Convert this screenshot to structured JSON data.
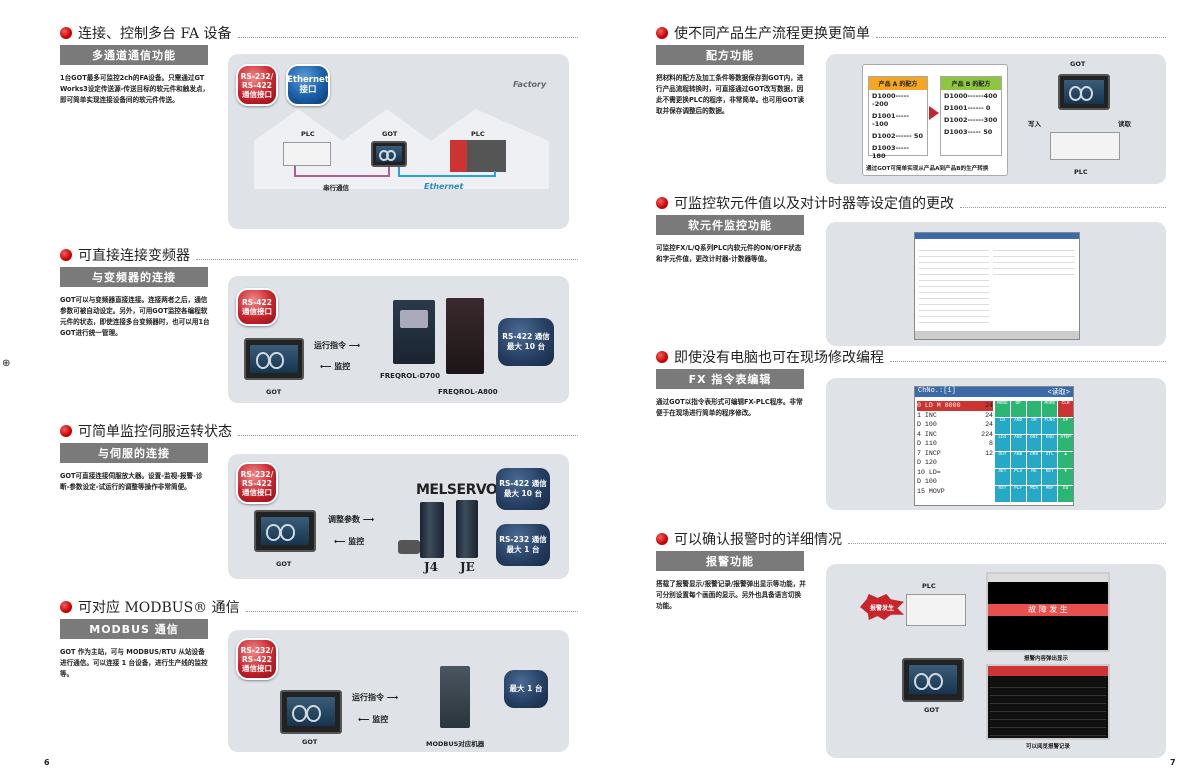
{
  "left": {
    "s1": {
      "title": "连接、控制多台 FA 设备",
      "sub": "多通道通信功能",
      "desc": "1台GOT最多可监控2ch的FA设备。只需通过GT Works3设定传送源-传送目标的软元件和触发点，即可简单实现连接设备间的软元件传送。",
      "badge1": "RS-232/\nRS-422\n通信接口",
      "badge2": "Ethernet\n接口",
      "factory": "Factory",
      "plc1": "PLC",
      "got": "GOT",
      "plc2": "PLC",
      "serial": "串行通信",
      "ethernet": "Ethernet"
    },
    "s2": {
      "title": "可直接连接变频器",
      "sub": "与变频器的连接",
      "desc": "GOT可以与变频器直接连接。连接两者之后，通信参数可被自动设定。另外，可用GOT监控各编程软元件的状态，即使连接多台变频器时，也可以用1台GOT进行统一管理。",
      "badge1": "RS-422\n通信接口",
      "badge2": "RS-422 通信\n最大 10 台",
      "cmd": "运行指令",
      "mon": "监控",
      "got": "GOT",
      "d700": "FREQROL-D700",
      "a800": "FREQROL-A800"
    },
    "s3": {
      "title": "可简单监控伺服运转状态",
      "sub": "与伺服的连接",
      "desc": "GOT可直接连接伺服放大器。设置-监视-报警-诊断-参数设定-试运行的调整等操作非常简便。",
      "badge1": "RS-232/\nRS-422\n通信接口",
      "badge2": "RS-422 通信\n最大 10 台",
      "badge3": "RS-232 通信\n最大 1 台",
      "brand": "MELSERVO",
      "param": "调整参数",
      "mon": "监控",
      "got": "GOT",
      "j4": "J4",
      "je": "JE"
    },
    "s4": {
      "title": "可对应 MODBUS® 通信",
      "sub": "MODBUS 通信",
      "desc": "GOT 作为主站，可与 MODBUS/RTU 从站设备进行通信。可以连接 1 台设备，进行生产线的监控等。",
      "badge1": "RS-232/\nRS-422\n通信接口",
      "badge2": "最大 1 台",
      "cmd": "运行指令",
      "mon": "监控",
      "got": "GOT",
      "dev": "MODBUS对应机器"
    },
    "page": "6"
  },
  "right": {
    "s1": {
      "title": "使不同产品生产流程更换更简单",
      "sub": "配方功能",
      "desc": "把材料的配方及加工条件等数据保存到GOT内，进行产品流程转换时，可直接通过GOT改写数据，因此不需更换PLC的程序，非常简单。也可用GOT读取并保存调整后的数据。",
      "tA": "产品 A 的配方",
      "tB": "产品 B 的配方",
      "rowsA": [
        "D1000------200",
        "D1001------100",
        "D1002------ 50",
        "D1003----- 180"
      ],
      "rowsB": [
        "D1000------400",
        "D1001------  0",
        "D1002------300",
        "D1003----- 50"
      ],
      "caption": "通过GOT可简单实现从产品A到产品B的生产转换",
      "got": "GOT",
      "plc": "PLC",
      "write": "写入",
      "read": "读取"
    },
    "s2": {
      "title": "可监控软元件值以及对计时器等设定值的更改",
      "sub": "软元件监控功能",
      "desc": "可监控FX/L/Q系列PLC内软元件的ON/OFF状态和字元件值，更改计时器-计数器等值。"
    },
    "s3": {
      "title": "即使没有电脑也可在现场修改编程",
      "sub": "FX 指令表编辑",
      "desc": "通过GOT以指令表形式可编辑FX-PLC程序。非常便于在现场进行简单的程序修改。",
      "screen_title": "ChNo.:[1]",
      "screen_read": "<读取>",
      "lines": [
        "0 LD   M 8000",
        "1 INC",
        "  D  100",
        "4 INC",
        "  D  110",
        "7 INCP",
        "  D  120",
        "10 LD=",
        "  D  100",
        "15 MOVP"
      ],
      "lines_right": [
        "",
        "24",
        "",
        "24",
        "",
        "24",
        "",
        "224",
        "8",
        "12"
      ],
      "keys": [
        "MODE",
        "OP",
        "",
        "MORE",
        "CLR",
        "LD",
        "AND",
        "OR",
        "FUNC",
        "OP",
        "LDI",
        "ANI",
        "ORI",
        "END",
        "STEP",
        "OUT",
        "ANB",
        "ORB",
        "STL",
        "▲",
        "SET",
        "PLS",
        "RE",
        "RET",
        "▼",
        "RST",
        "PLF",
        "MCR",
        "MOF",
        "GO"
      ]
    },
    "s4": {
      "title": "可以确认报警时的详细情况",
      "sub": "报警功能",
      "desc": "搭载了报警显示/报警记录/报警弹出显示等功能，并可分别设置每个画面的显示。另外也具备语言切换功能。",
      "plc": "PLC",
      "alarm": "报警发生",
      "popup": "故 障 发 生",
      "cap1": "报警内容弹出显示",
      "cap2": "可以阅览报警记录",
      "got": "GOT"
    },
    "page": "7"
  }
}
